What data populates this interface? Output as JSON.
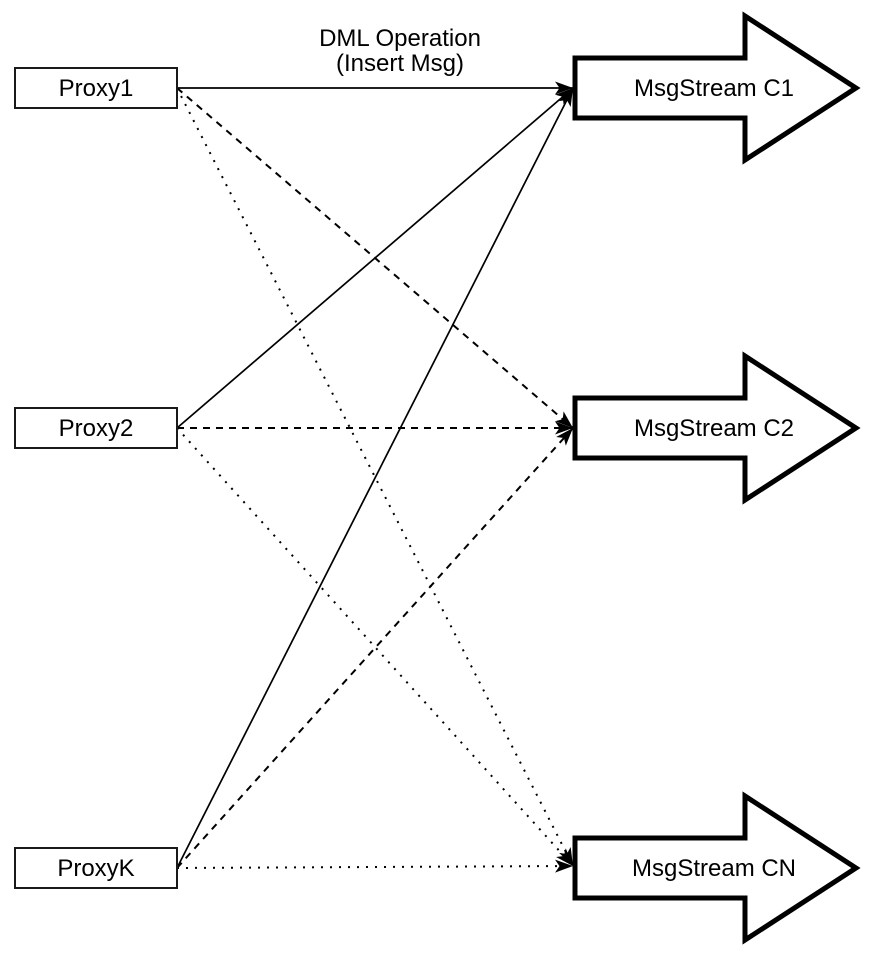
{
  "diagram": {
    "background_color": "#ffffff",
    "stroke_color": "#000000",
    "annotation": {
      "line1": "DML Operation",
      "line2": "(Insert Msg)"
    },
    "proxies": [
      {
        "label": "Proxy1"
      },
      {
        "label": "Proxy2"
      },
      {
        "label": "ProxyK"
      }
    ],
    "streams": [
      {
        "label": "MsgStream C1",
        "incoming_edge_style": "solid"
      },
      {
        "label": "MsgStream C2",
        "incoming_edge_style": "dashed"
      },
      {
        "label": "MsgStream CN",
        "incoming_edge_style": "dotted"
      }
    ],
    "edges": [
      {
        "from": "Proxy1",
        "to": "MsgStream C1",
        "style": "solid"
      },
      {
        "from": "Proxy2",
        "to": "MsgStream C1",
        "style": "solid"
      },
      {
        "from": "ProxyK",
        "to": "MsgStream C1",
        "style": "solid"
      },
      {
        "from": "Proxy1",
        "to": "MsgStream C2",
        "style": "dashed"
      },
      {
        "from": "Proxy2",
        "to": "MsgStream C2",
        "style": "dashed"
      },
      {
        "from": "ProxyK",
        "to": "MsgStream C2",
        "style": "dashed"
      },
      {
        "from": "Proxy1",
        "to": "MsgStream CN",
        "style": "dotted"
      },
      {
        "from": "Proxy2",
        "to": "MsgStream CN",
        "style": "dotted"
      },
      {
        "from": "ProxyK",
        "to": "MsgStream CN",
        "style": "dotted"
      }
    ]
  }
}
